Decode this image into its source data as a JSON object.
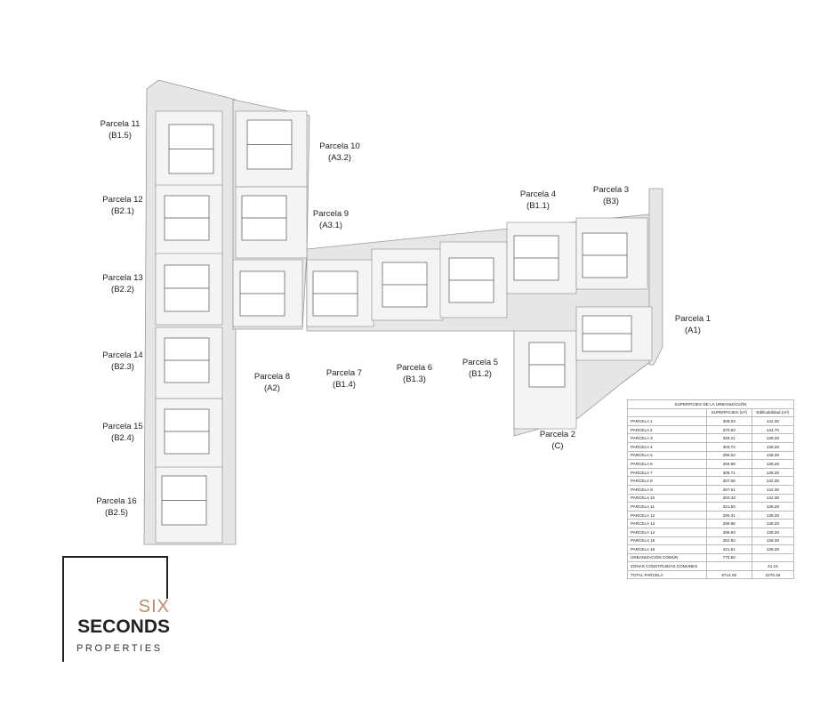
{
  "parcels": [
    {
      "name": "Parcela 11",
      "code": "(B1.5)"
    },
    {
      "name": "Parcela 12",
      "code": "(B2.1)"
    },
    {
      "name": "Parcela 13",
      "code": "(B2.2)"
    },
    {
      "name": "Parcela 14",
      "code": "(B2.3)"
    },
    {
      "name": "Parcela 15",
      "code": "(B2.4)"
    },
    {
      "name": "Parcela 16",
      "code": "(B2.5)"
    },
    {
      "name": "Parcela 10",
      "code": "(A3.2)"
    },
    {
      "name": "Parcela 9",
      "code": "(A3.1)"
    },
    {
      "name": "Parcela 8",
      "code": "(A2)"
    },
    {
      "name": "Parcela 7",
      "code": "(B1.4)"
    },
    {
      "name": "Parcela 6",
      "code": "(B1.3)"
    },
    {
      "name": "Parcela 5",
      "code": "(B1.2)"
    },
    {
      "name": "Parcela 4",
      "code": "(B1.1)"
    },
    {
      "name": "Parcela 3",
      "code": "(B3)"
    },
    {
      "name": "Parcela 1",
      "code": "(A1)"
    },
    {
      "name": "Parcela 2",
      "code": "(C)"
    }
  ],
  "table": {
    "title": "SUPERFICIES DE LA URBANIZACIÓN",
    "headers": [
      "",
      "SUPERFICIES (m²)",
      "Edificabilidad (m²)"
    ],
    "rows": [
      [
        "PARCELA 1",
        "309.03",
        "142.38"
      ],
      [
        "PARCELA 2",
        "370.83",
        "144.70"
      ],
      [
        "PARCELA 3",
        "328.21",
        "138.28"
      ],
      [
        "PARCELA 4",
        "303.72",
        "138.28"
      ],
      [
        "PARCELA 5",
        "295.02",
        "138.28"
      ],
      [
        "PARCELA 6",
        "294.98",
        "138.28"
      ],
      [
        "PARCELA 7",
        "306.71",
        "138.28"
      ],
      [
        "PARCELA 8",
        "257.06",
        "142.38"
      ],
      [
        "PARCELA 9",
        "267.61",
        "142.38"
      ],
      [
        "PARCELA 10",
        "304.33",
        "142.38"
      ],
      [
        "PARCELA 11",
        "321.50",
        "138.28"
      ],
      [
        "PARCELA 12",
        "290.31",
        "138.28"
      ],
      [
        "PARCELA 13",
        "299.86",
        "138.28"
      ],
      [
        "PARCELA 14",
        "289.93",
        "138.28"
      ],
      [
        "PARCELA 15",
        "282.82",
        "138.28"
      ],
      [
        "PARCELA 16",
        "421.61",
        "138.28"
      ],
      [
        "URBANIZACIÓN COMÚN",
        "770.50",
        ""
      ],
      [
        "ZONAS CONSTRUIDAS COMUNES",
        "",
        "41.16"
      ],
      [
        "TOTAL PARCELA",
        "5714.00",
        "2276.46"
      ]
    ]
  },
  "logo": {
    "line1": "SIX",
    "line2": "SECONDS",
    "line3": "PROPERTIES"
  }
}
